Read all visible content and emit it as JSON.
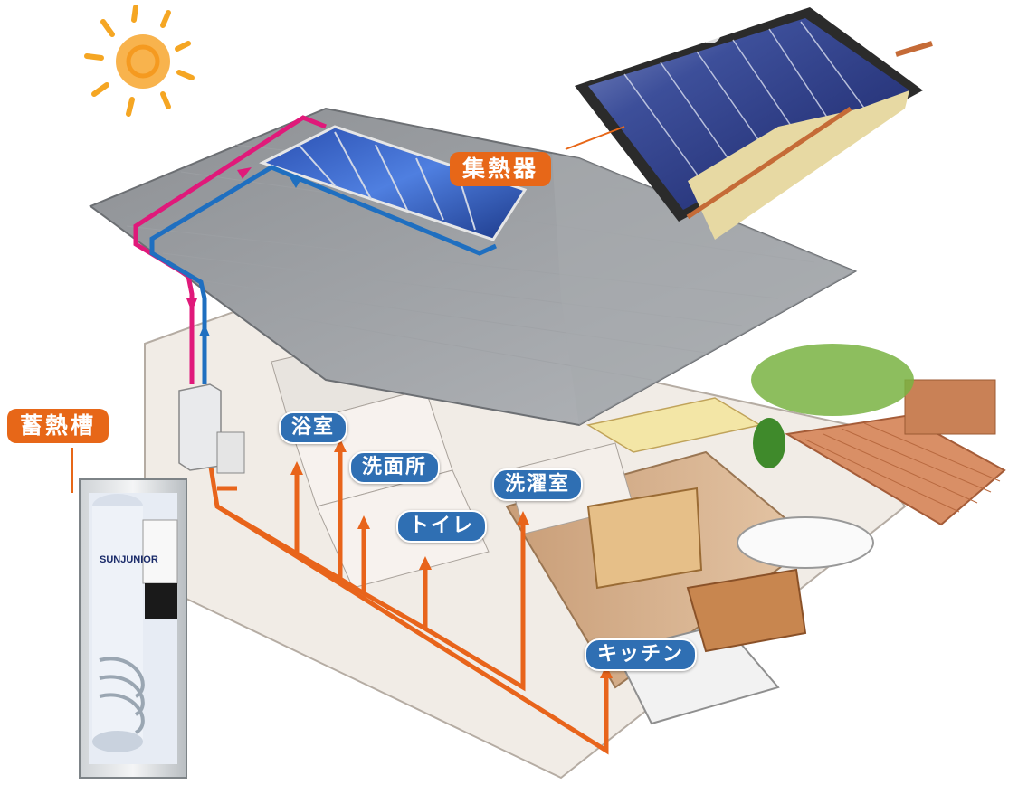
{
  "labels": {
    "collector": "集熱器",
    "storage_tank": "蓄熱槽",
    "bathroom": "浴室",
    "washroom": "洗面所",
    "laundry": "洗濯室",
    "toilet": "トイレ",
    "kitchen": "キッチン"
  },
  "tank_brand": "SUNJUNIOR",
  "colors": {
    "label_orange": "#e76718",
    "label_blue": "#2f6fb3",
    "hot_pipe": "#e0197a",
    "cold_pipe": "#1f6fc0",
    "supply_pipe": "#e8641b",
    "sun": "#f5a623"
  }
}
